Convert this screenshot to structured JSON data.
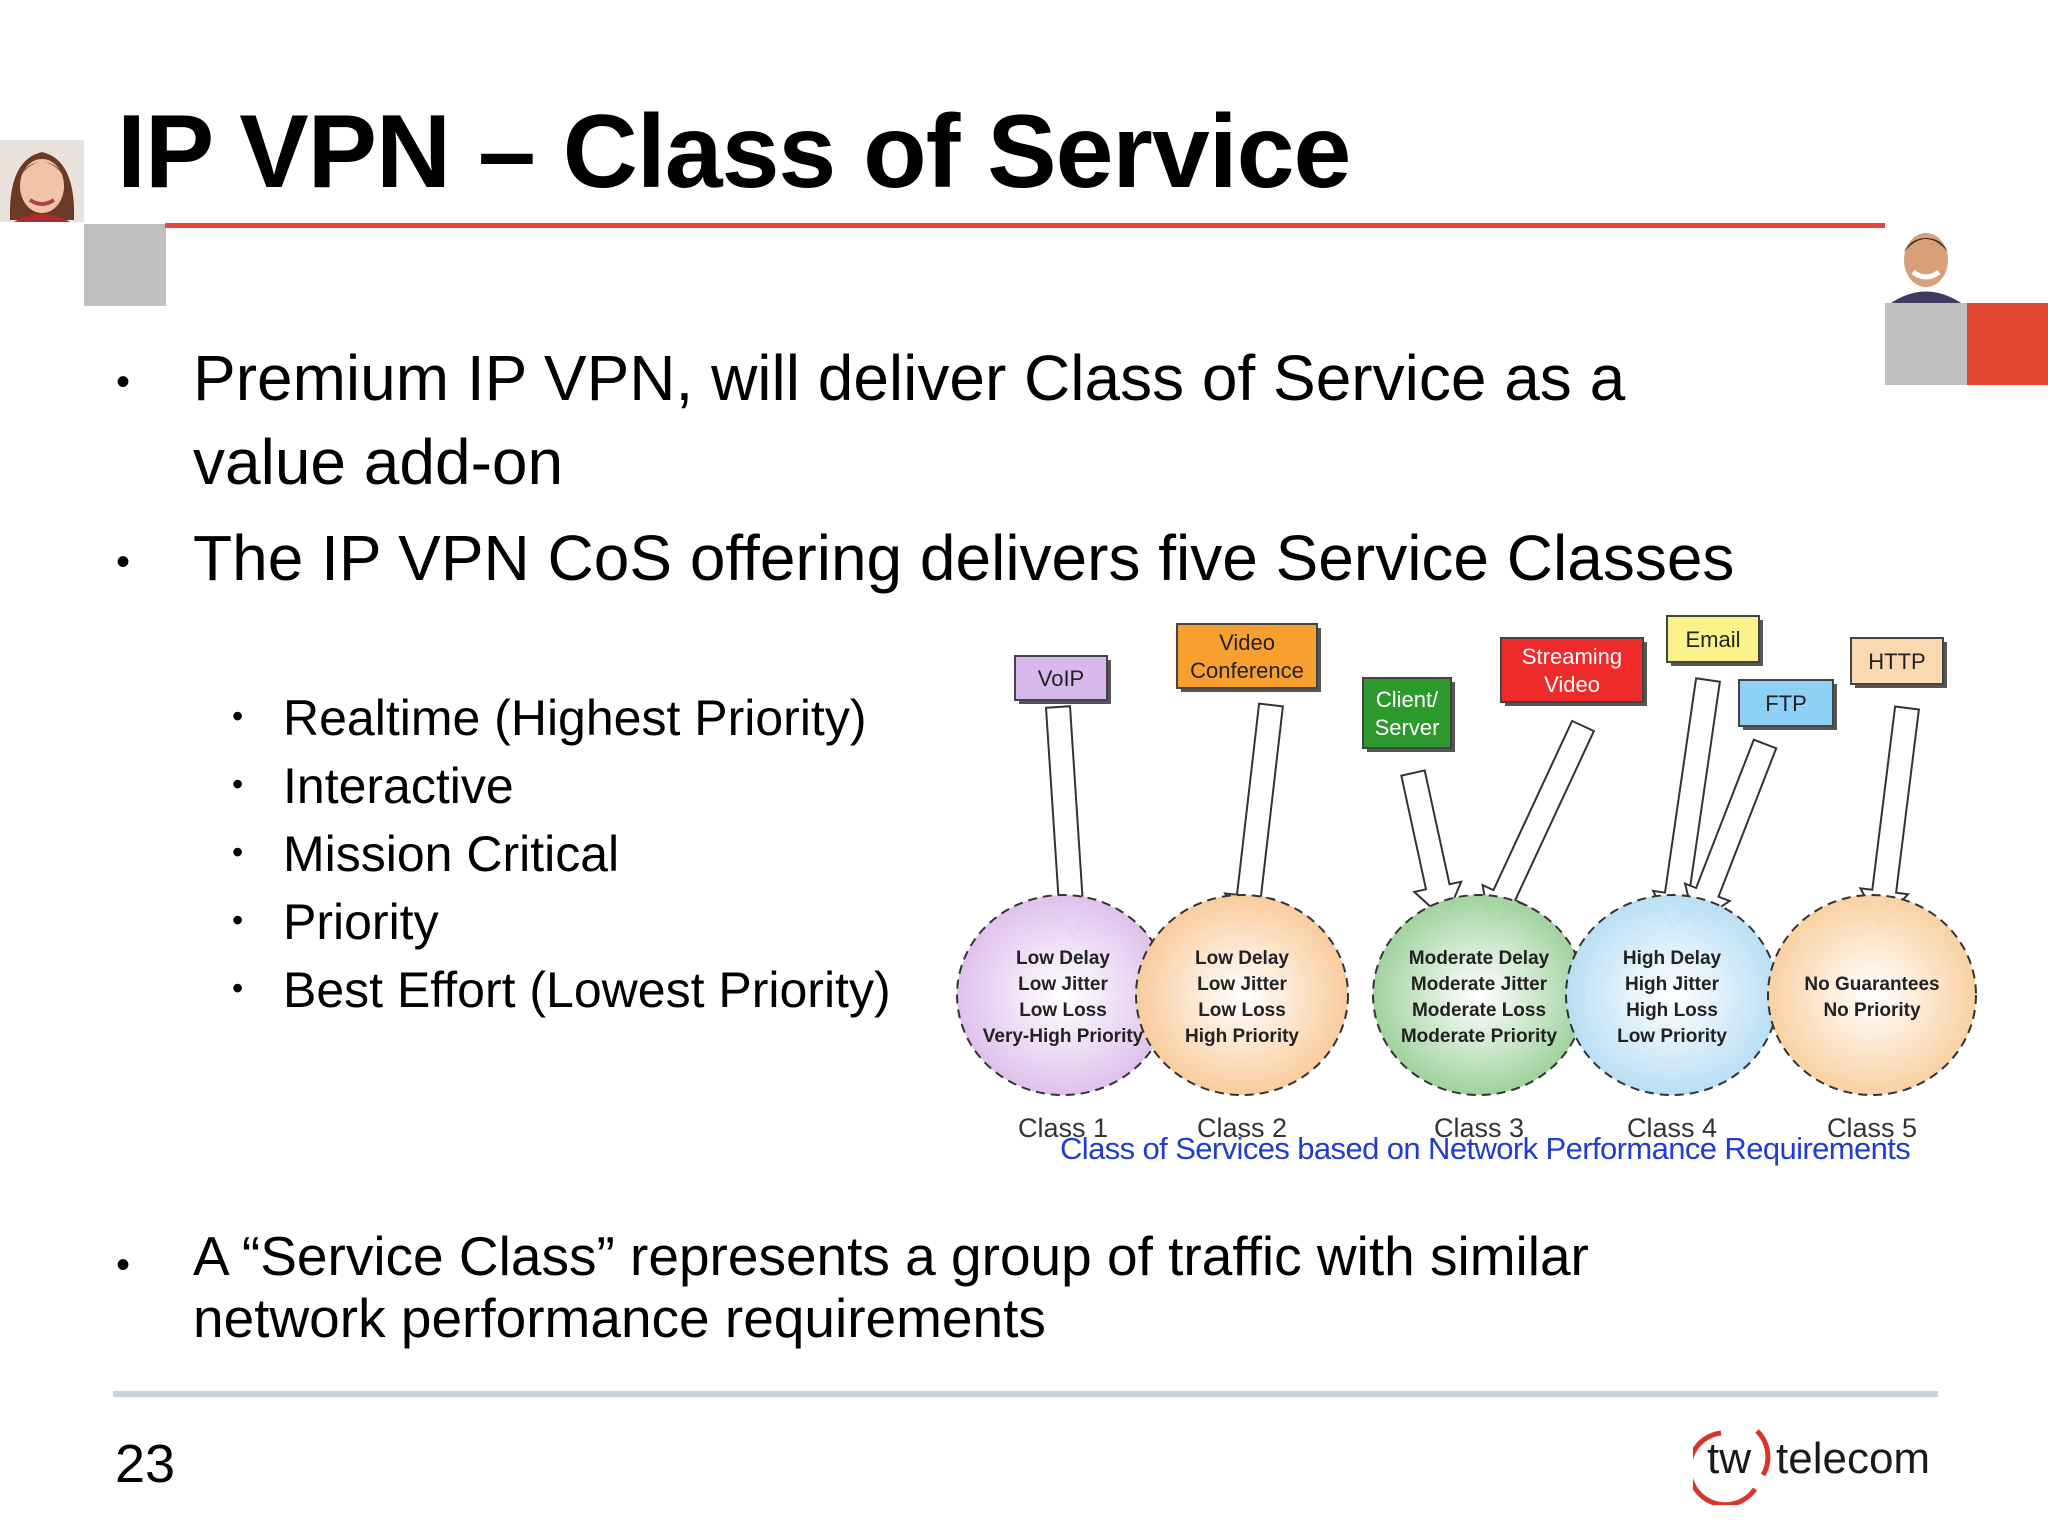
{
  "slide": {
    "title": "IP VPN – Class of Service",
    "page_number": "23",
    "logo_text": "tw telecom",
    "accent_color": "#e34533"
  },
  "bullets": [
    {
      "lines": [
        "Premium IP VPN, will deliver Class of Service as a",
        "value add-on"
      ]
    },
    {
      "lines": [
        "The IP VPN CoS offering delivers five Service Classes"
      ]
    },
    {
      "lines": [
        "A “Service Class” represents a group of traffic with similar",
        "network performance requirements"
      ]
    }
  ],
  "sub_bullets": [
    "Realtime (Highest Priority)",
    "Interactive",
    "Mission Critical",
    "Priority",
    "Best Effort (Lowest Priority)"
  ],
  "diagram": {
    "caption": "Class of Services based on Network Performance Requirements",
    "apps": [
      {
        "lines": [
          "VoIP"
        ],
        "color": "#d9b8ee"
      },
      {
        "lines": [
          "Video",
          "Conference"
        ],
        "color": "#f7a030"
      },
      {
        "lines": [
          "Client/",
          "Server"
        ],
        "color": "#2e9a2e"
      },
      {
        "lines": [
          "Streaming",
          "Video"
        ],
        "color": "#ee2a2a"
      },
      {
        "lines": [
          "Email"
        ],
        "color": "#fbf38a"
      },
      {
        "lines": [
          "FTP"
        ],
        "color": "#8fd0f7"
      },
      {
        "lines": [
          "HTTP"
        ],
        "color": "#fbd9b0"
      }
    ],
    "classes": [
      {
        "label": "Class 1",
        "lines": [
          "Low Delay",
          "Low Jitter",
          "Low Loss",
          "Very-High Priority"
        ],
        "color": "#d8b4e8"
      },
      {
        "label": "Class 2",
        "lines": [
          "Low Delay",
          "Low Jitter",
          "Low Loss",
          "High Priority"
        ],
        "color": "#f8c188"
      },
      {
        "label": "Class 3",
        "lines": [
          "Moderate Delay",
          "Moderate Jitter",
          "Moderate Loss",
          "Moderate Priority"
        ],
        "color": "#8cc98a"
      },
      {
        "label": "Class 4",
        "lines": [
          "High Delay",
          "High Jitter",
          "High Loss",
          "Low Priority"
        ],
        "color": "#aad8f2"
      },
      {
        "label": "Class 5",
        "lines": [
          "No Guarantees",
          "No Priority"
        ],
        "color": "#f8c78f"
      }
    ]
  }
}
